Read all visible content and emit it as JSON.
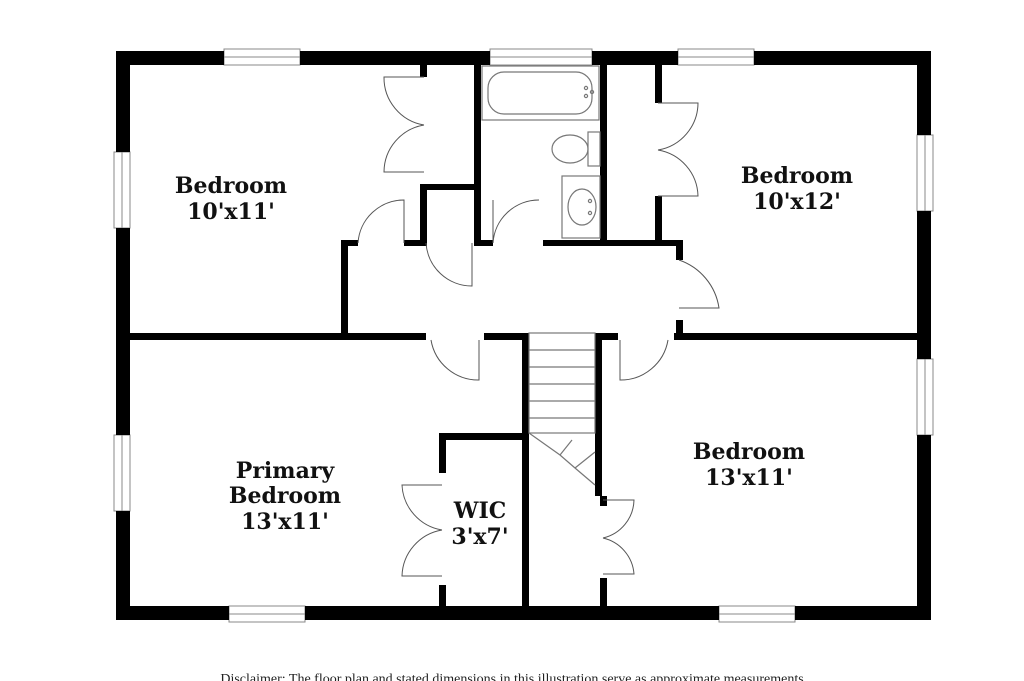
{
  "colors": {
    "wall": "#000000",
    "door_swing": "#555555",
    "fixture": "#777777",
    "background": "#ffffff"
  },
  "rooms": {
    "bedroom_nw": {
      "name": "Bedroom",
      "size": "10'x11'"
    },
    "bedroom_ne": {
      "name": "Bedroom",
      "size": "10'x12'"
    },
    "primary_bedroom": {
      "name_line1": "Primary",
      "name_line2": "Bedroom",
      "size": "13'x11'"
    },
    "wic": {
      "name": "WIC",
      "size": "3'x7'"
    },
    "bedroom_se": {
      "name": "Bedroom",
      "size": "13'x11'"
    }
  },
  "disclaimer": "Disclaimer: The floor plan and stated dimensions in this illustration serve as approximate measurements"
}
